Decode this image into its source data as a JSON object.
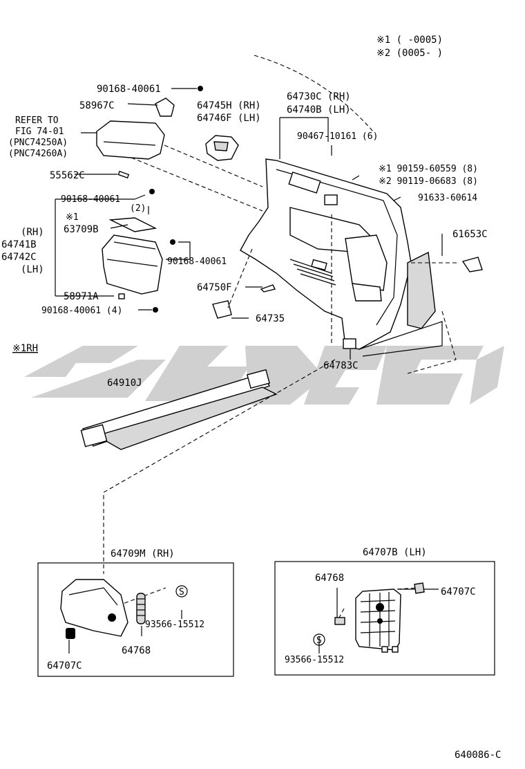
{
  "note1": "※1 (      -0005)",
  "note2": "※2 (0005-       )",
  "watermark": {
    "color": "#c8c8c8"
  },
  "labels": {
    "p90168_top": "90168-40061",
    "p58967C": "58967C",
    "refer1": "REFER TO",
    "refer2": "FIG 74-01",
    "refer3": "(PNC74250A)",
    "refer4": "(PNC74260A)",
    "p64745H": "64745H (RH)",
    "p64746F": "64746F (LH)",
    "p64730C": "64730C (RH)",
    "p64740B": "64740B (LH)",
    "p90467": "90467-10161 (6)",
    "p90159": "※1 90159-60559 (8)",
    "p90119": "※2 90119-06683 (8)",
    "p91633": "91633-60614",
    "p55562C": "55562C",
    "p90168_mid": "90168-40061",
    "qty2": "(2)",
    "mark1": "※1",
    "p63709B": "63709B",
    "rh": "(RH)",
    "p64741B": "64741B",
    "p64742C": "64742C",
    "lh": "(LH)",
    "p90168_right": "90168-40061",
    "p61653C": "61653C",
    "p58971A": "58971A",
    "p90168_bot": "90168-40061 (4)",
    "p64750F": "64750F",
    "p64735": "64735",
    "p64783C": "64783C",
    "rh_mark": "※1RH",
    "p64910J": "64910J",
    "box_rh_title": "64709M (RH)",
    "box_lh_title": "64707B (LH)",
    "rh_64768": "64768",
    "rh_93566": "93566-15512",
    "rh_64707C": "64707C",
    "lh_64768": "64768",
    "lh_64707C": "64707C",
    "lh_93566": "93566-15512",
    "s_symbol": "S",
    "fig_code": "640086-C"
  }
}
